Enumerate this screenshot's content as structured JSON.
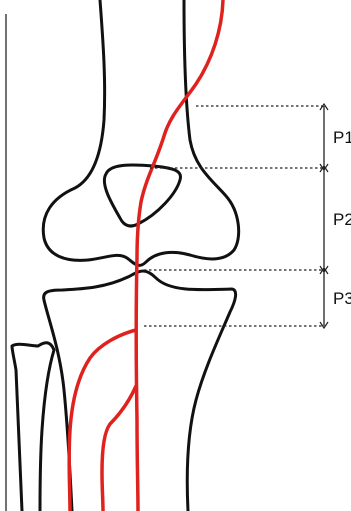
{
  "segments": [
    {
      "label": "P1"
    },
    {
      "label": "P2"
    },
    {
      "label": "P3"
    }
  ],
  "colors": {
    "bone_outline": "#111111",
    "artery": "#e0221f",
    "dimension_line": "#222222",
    "frame": "#444444",
    "background": "#ffffff"
  }
}
